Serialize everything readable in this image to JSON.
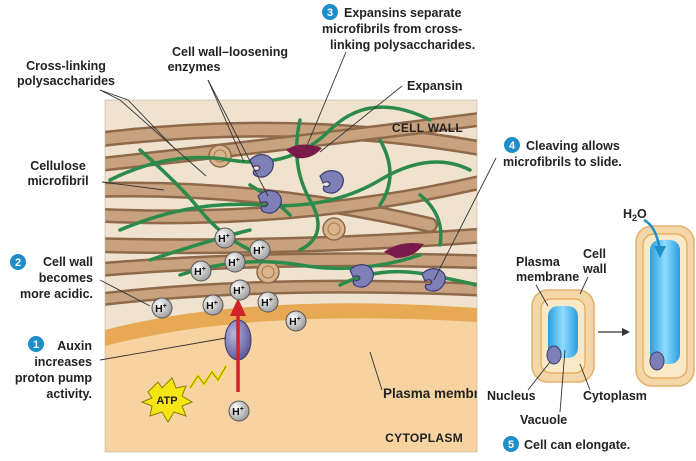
{
  "labels": {
    "cross_linking": [
      "Cross-linking",
      "polysaccharides"
    ],
    "loosening_enzymes": [
      "Cell wall–loosening",
      "enzymes"
    ],
    "cellulose": [
      "Cellulose",
      "microfibril"
    ],
    "expansin": "Expansin",
    "cell_wall_region": "CELL WALL",
    "cytoplasm_region": "CYTOPLASM",
    "plasma_membrane": "Plasma membrane",
    "atp": "ATP",
    "hplus": "H",
    "hplus_sup": "+"
  },
  "steps": [
    {
      "num": "1",
      "lines": [
        "Auxin",
        "increases",
        "proton pump",
        "activity."
      ]
    },
    {
      "num": "2",
      "lines": [
        "Cell wall",
        "becomes",
        "more acidic."
      ]
    },
    {
      "num": "3",
      "lines": [
        "Expansins separate",
        "microfibrils from cross-",
        "linking polysaccharides."
      ]
    },
    {
      "num": "4",
      "lines": [
        "Cleaving allows",
        "microfibrils to slide."
      ]
    },
    {
      "num": "5",
      "lines": [
        "Cell can elongate."
      ]
    }
  ],
  "inset": {
    "plasma_membrane": [
      "Plasma",
      "membrane"
    ],
    "cell_wall": [
      "Cell",
      "wall"
    ],
    "water": "H",
    "water_sub": "2",
    "water_o": "O",
    "nucleus": "Nucleus",
    "vacuole": "Vacuole",
    "cytoplasm": "Cytoplasm"
  },
  "colors": {
    "step_circle": "#1e8ec9",
    "wall_bg": "#efe3cf",
    "cytoplasm_bg": "#f6d3a0",
    "membrane": "#e8a955",
    "microfibril": "#b58b66",
    "polysaccharide": "#2c8a4a",
    "enzyme": "#7f7fb8",
    "expansin": "#7a1a4a",
    "proton_pump": "#6e6aa6",
    "arrow": "#d2232a",
    "atp_burst": "#f5e613",
    "vacuole": "#5ec4ee",
    "inset_wall": "#f3d7a8"
  }
}
